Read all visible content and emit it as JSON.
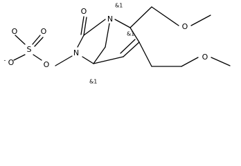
{
  "molecule": {
    "atoms": {
      "sulfonate_o_top_left": "O",
      "sulfonate_o_top_right": "O",
      "sulfonate_o_minus": "O",
      "sulfonate_o_minus_charge": "-",
      "sulfur": "S",
      "n_oxy_o": "O",
      "carbonyl_o": "O",
      "n_bridge_top": "N",
      "n_ring": "N",
      "methoxymethyl_o": "O",
      "methoxyethyl_o": "O"
    },
    "stereo_labels": {
      "bridgehead_n_side": "&1",
      "side_chain_carbon": "&1",
      "bridgehead_c_bottom": "&1"
    }
  }
}
